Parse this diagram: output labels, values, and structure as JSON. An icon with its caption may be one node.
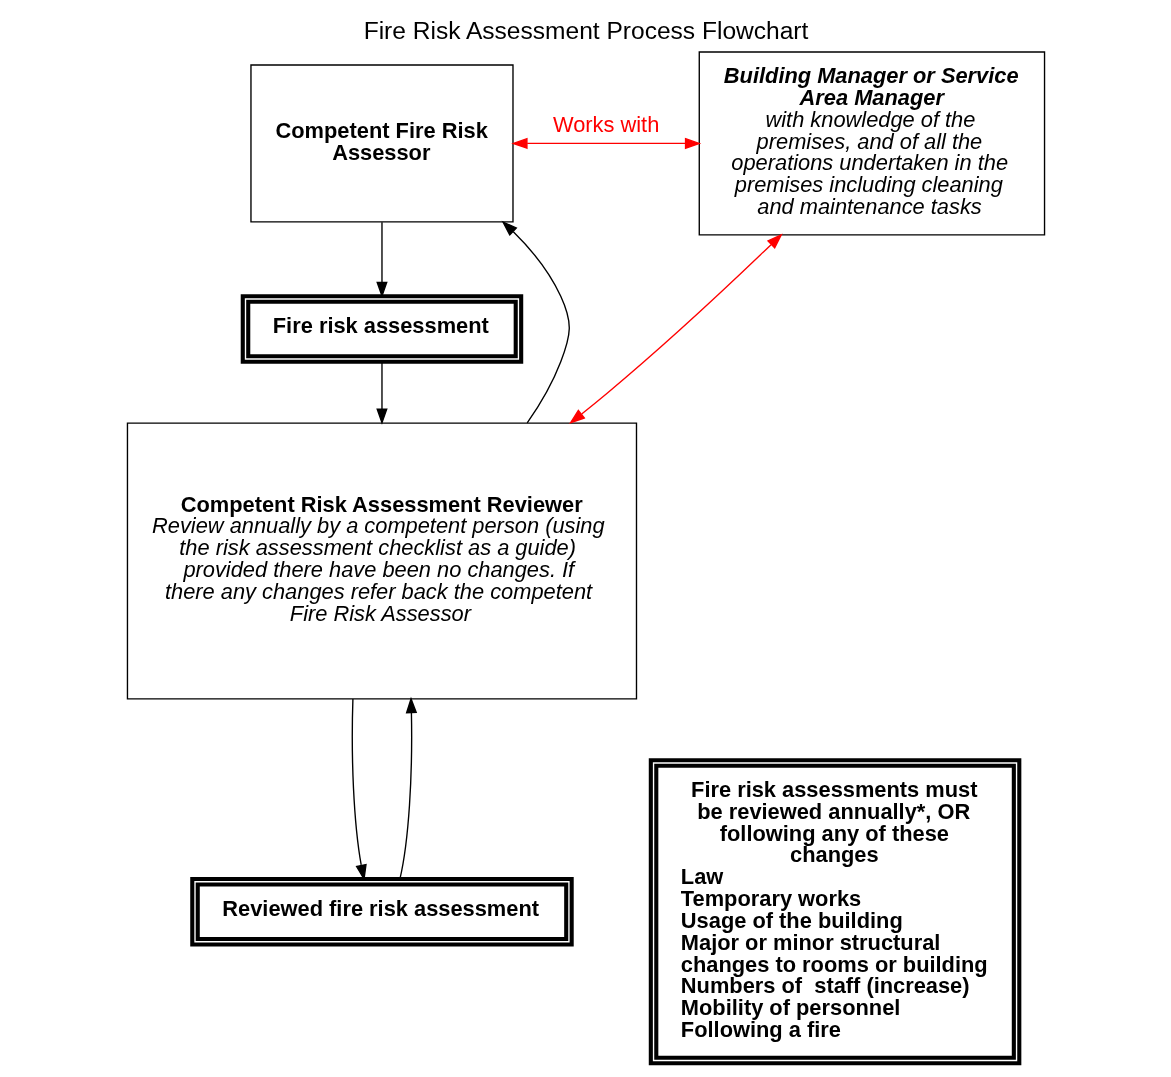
{
  "diagram": {
    "title": "Fire Risk Assessment Process Flowchart",
    "nodes": [
      {
        "text": [
          "Competent Fire Risk Assessor"
        ]
      },
      {
        "text": [
          "Building Manager or Service Area Manager",
          "with knowledge of the premises, and of all the operations undertaken in the premises including cleaning and maintenance tasks"
        ]
      },
      {
        "text": [
          "Fire risk assessment"
        ]
      },
      {
        "text": [
          "Competent Risk Assessment Reviewer",
          "Review annually by a competent person (using the risk assessment checklist as a guide) provided there have been no changes. If there any changes refer back the competent Fire Risk Assessor"
        ]
      },
      {
        "text": [
          "Reviewed fire risk assessment"
        ]
      },
      {
        "text": [
          "Fire risk assessments must be reviewed annually*, OR following any of these changes",
          "Law",
          "Temporary works",
          "Usage of the building",
          "Major or minor structural changes to rooms or building",
          "Numbers of  staff (increase)",
          "Mobility of personnel",
          "Following a fire"
        ]
      }
    ],
    "edges": [
      {
        "from": 0,
        "to": 2,
        "arrow": "to"
      },
      {
        "from": 2,
        "to": 3,
        "arrow": "to"
      },
      {
        "from": 3,
        "to": 4,
        "arrow": "to"
      },
      {
        "from": 4,
        "to": 3,
        "arrow": "to"
      },
      {
        "from": 3,
        "to": 0,
        "arrow": "to"
      },
      {
        "from": 1,
        "to": 0,
        "arrow": "both",
        "color": "#ff0000",
        "label": "Works with"
      },
      {
        "from": 1,
        "to": 3,
        "arrow": "both",
        "color": "#ff0000"
      }
    ]
  }
}
